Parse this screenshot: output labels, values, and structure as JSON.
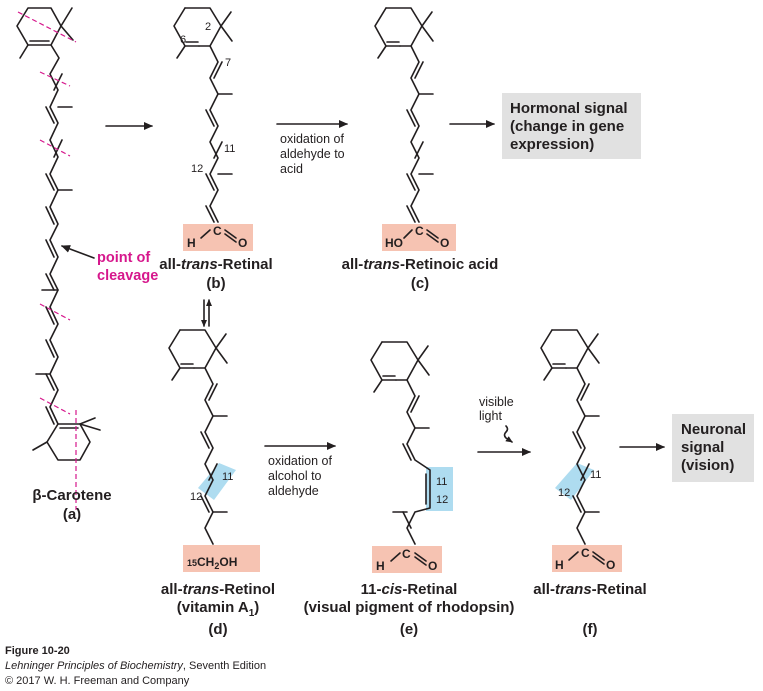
{
  "colors": {
    "salmon": "#f6c3b2",
    "blue": "#aedcf0",
    "gray": "#e1e1e1",
    "magenta": "#d6178c",
    "ink": "#231f20"
  },
  "panel_a": {
    "name": "β-Carotene",
    "letter": "(a)",
    "cleavage_label": [
      "point of",
      "cleavage"
    ]
  },
  "panel_b": {
    "name_pre": "all-",
    "name_it": "trans",
    "name_post": "-Retinal",
    "letter": "(b)",
    "numbers": [
      "2",
      "6",
      "7",
      "11",
      "12"
    ],
    "atoms": [
      "H",
      "C",
      "O"
    ]
  },
  "panel_c": {
    "name_pre": "all-",
    "name_it": "trans",
    "name_post": "-Retinoic acid",
    "letter": "(c)",
    "atoms": [
      "HO",
      "C",
      "O"
    ]
  },
  "arrow_bc": [
    "oxidation of",
    "aldehyde to",
    "acid"
  ],
  "hormonal_box": [
    "Hormonal signal",
    "(change in gene",
    "expression)"
  ],
  "panel_d": {
    "name_pre": "all-",
    "name_it": "trans",
    "name_post": "-Retinol",
    "sub": "(vitamin A",
    "sub_num": "1",
    "sub_end": ")",
    "letter": "(d)",
    "numbers": [
      "11",
      "12"
    ],
    "group_num": "15",
    "group": "CH",
    "group_sub": "2",
    "group_end": "OH"
  },
  "arrow_de": [
    "oxidation of",
    "alcohol to",
    "aldehyde"
  ],
  "panel_e": {
    "name_pre": "11-",
    "name_it": "cis",
    "name_post": "-Retinal",
    "sub": "(visual pigment of rhodopsin)",
    "letter": "(e)",
    "numbers": [
      "11",
      "12"
    ],
    "atoms": [
      "H",
      "C",
      "O"
    ]
  },
  "arrow_ef": [
    "visible",
    "light"
  ],
  "panel_f": {
    "name_pre": "all-",
    "name_it": "trans",
    "name_post": "-Retinal",
    "letter": "(f)",
    "numbers": [
      "11",
      "12"
    ],
    "atoms": [
      "H",
      "C",
      "O"
    ]
  },
  "neuronal_box": [
    "Neuronal",
    "signal",
    "(vision)"
  ],
  "caption": {
    "figure": "Figure 10-20",
    "book": "Lehninger Principles of Biochemistry",
    "edition": ", Seventh Edition",
    "copyright": "© 2017 W. H. Freeman and Company"
  }
}
